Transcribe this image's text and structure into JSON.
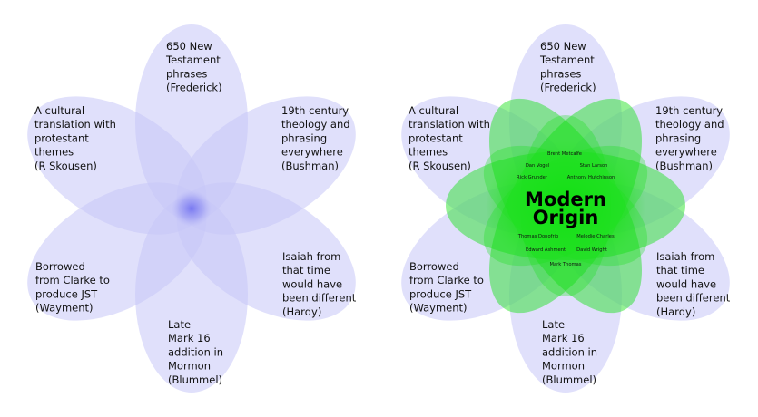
{
  "colors": {
    "petal_fill": "#c6c6f7",
    "petal_center": "#8080f0",
    "green_fill": "#14e014",
    "green_center": "#16e016"
  },
  "left_diagram": {
    "petals": [
      {
        "id": "top",
        "lines": [
          "650 New",
          "Testament",
          "phrases",
          "(Frederick)"
        ]
      },
      {
        "id": "upper-right",
        "lines": [
          "19th century",
          "theology and",
          "phrasing",
          "everywhere",
          "(Bushman)"
        ]
      },
      {
        "id": "lower-right",
        "lines": [
          "Isaiah from",
          "that time",
          "would have",
          "been different",
          "(Hardy)"
        ]
      },
      {
        "id": "bottom",
        "lines": [
          "Late",
          "Mark 16",
          "addition in",
          "Mormon",
          "(Blummel)"
        ]
      },
      {
        "id": "lower-left",
        "lines": [
          "Borrowed",
          "from Clarke to",
          "produce JST",
          "(Wayment)"
        ]
      },
      {
        "id": "upper-left",
        "lines": [
          "A cultural",
          "translation with",
          "protestant",
          "themes",
          "(R Skousen)"
        ]
      }
    ]
  },
  "right_diagram": {
    "petals": [
      {
        "id": "top",
        "lines": [
          "650 New",
          "Testament",
          "phrases",
          "(Frederick)"
        ]
      },
      {
        "id": "upper-right",
        "lines": [
          "19th century",
          "theology and",
          "phrasing",
          "everywhere",
          "(Bushman)"
        ]
      },
      {
        "id": "lower-right",
        "lines": [
          "Isaiah from",
          "that time",
          "would have",
          "been different",
          "(Hardy)"
        ]
      },
      {
        "id": "bottom",
        "lines": [
          "Late",
          "Mark 16",
          "addition in",
          "Mormon",
          "(Blummel)"
        ]
      },
      {
        "id": "lower-left",
        "lines": [
          "Borrowed",
          "from Clarke to",
          "produce JST",
          "(Wayment)"
        ]
      },
      {
        "id": "upper-left",
        "lines": [
          "A cultural",
          "translation with",
          "protestant",
          "themes",
          "(R Skousen)"
        ]
      }
    ],
    "center_title": [
      "Modern",
      "Origin"
    ],
    "scholars": [
      "Brent Metcalfe",
      "Dan Vogel",
      "Stan Larson",
      "Rick Grunder",
      "Anthony Hutchinson",
      "Thomas Donofrio",
      "Melodie Charles",
      "Edward Ashment",
      "David Wright",
      "Mark Thomas"
    ]
  }
}
